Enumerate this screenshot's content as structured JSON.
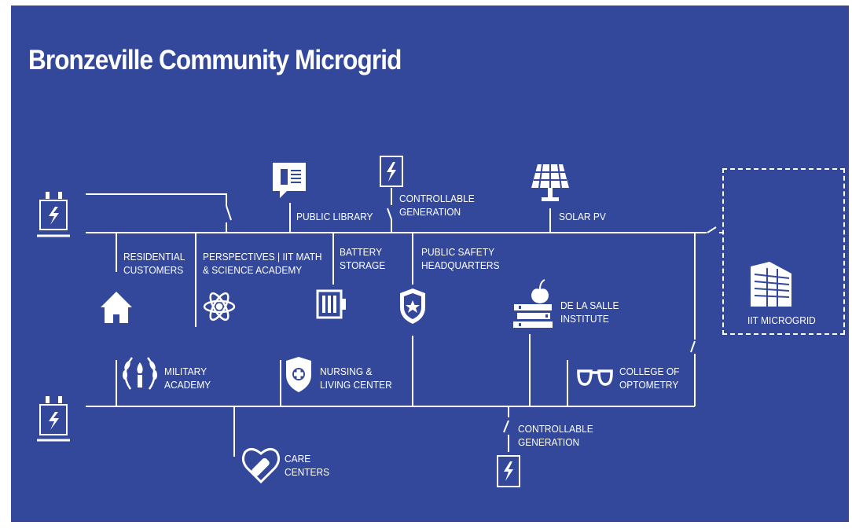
{
  "title": "Bronzeville Community Microgrid",
  "colors": {
    "background": "#33489a",
    "lines": "#ffffff"
  },
  "nodes": {
    "residential": {
      "label": "RESIDENTIAL\nCUSTOMERS",
      "icon": "house-icon"
    },
    "perspectives": {
      "label": "PERSPECTIVES | IIT MATH\n& SCIENCE ACADEMY",
      "icon": "atom-icon"
    },
    "public_library": {
      "label": "PUBLIC LIBRARY",
      "icon": "book-icon"
    },
    "battery": {
      "label": "BATTERY\nSTORAGE",
      "icon": "battery-icon"
    },
    "controllable_top": {
      "label": "CONTROLLABLE\nGENERATION",
      "icon": "generator-icon"
    },
    "public_safety": {
      "label": "PUBLIC SAFETY\nHEADQUARTERS",
      "icon": "police-badge-icon"
    },
    "solar": {
      "label": "SOLAR PV",
      "icon": "solar-panel-icon"
    },
    "de_la_salle": {
      "label": "DE LA SALLE\nINSTITUTE",
      "icon": "books-apple-icon"
    },
    "iit": {
      "label": "IIT MICROGRID",
      "icon": "building-icon"
    },
    "military": {
      "label": "MILITARY\nACADEMY",
      "icon": "laurel-torch-icon"
    },
    "nursing": {
      "label": "NURSING &\nLIVING CENTER",
      "icon": "medical-shield-icon"
    },
    "optometry": {
      "label": "COLLEGE OF\nOPTOMETRY",
      "icon": "glasses-icon"
    },
    "care": {
      "label": "CARE\nCENTERS",
      "icon": "heart-bandage-icon"
    },
    "controllable_bottom": {
      "label": "CONTROLLABLE\nGENERATION",
      "icon": "generator-icon"
    },
    "transformer_top": {
      "icon": "transformer-icon"
    },
    "transformer_bottom": {
      "icon": "transformer-icon"
    }
  }
}
